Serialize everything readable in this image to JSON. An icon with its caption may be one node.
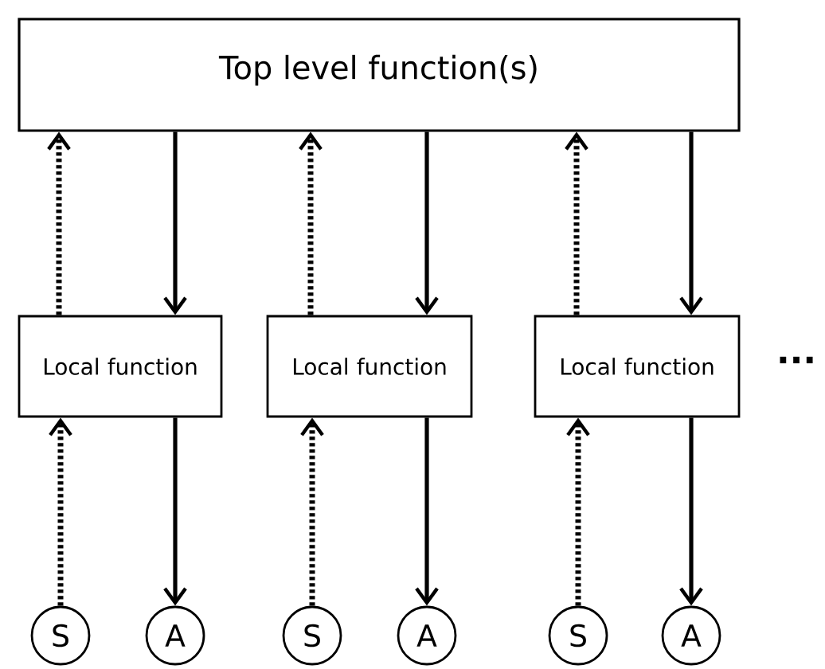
{
  "diagram": {
    "nodes": [
      {
        "text": [
          "Top level function(s)"
        ]
      },
      {
        "text": [
          "Local function"
        ]
      },
      {
        "text": [
          "Local function"
        ]
      },
      {
        "text": [
          "Local function"
        ]
      },
      {
        "text": [
          "S"
        ]
      },
      {
        "text": [
          "A"
        ]
      },
      {
        "text": [
          "S"
        ]
      },
      {
        "text": [
          "A"
        ]
      },
      {
        "text": [
          "S"
        ]
      },
      {
        "text": [
          "A"
        ]
      }
    ],
    "edges": [
      {
        "from": 1,
        "to": 0,
        "arrow": "to",
        "style": "dashed"
      },
      {
        "from": 0,
        "to": 1,
        "arrow": "to"
      },
      {
        "from": 2,
        "to": 0,
        "arrow": "to",
        "style": "dashed"
      },
      {
        "from": 0,
        "to": 2,
        "arrow": "to"
      },
      {
        "from": 3,
        "to": 0,
        "arrow": "to",
        "style": "dashed"
      },
      {
        "from": 0,
        "to": 3,
        "arrow": "to"
      },
      {
        "from": 4,
        "to": 1,
        "arrow": "to",
        "style": "dashed"
      },
      {
        "from": 1,
        "to": 5,
        "arrow": "to"
      },
      {
        "from": 6,
        "to": 2,
        "arrow": "to",
        "style": "dashed"
      },
      {
        "from": 2,
        "to": 7,
        "arrow": "to"
      },
      {
        "from": 8,
        "to": 3,
        "arrow": "to",
        "style": "dashed"
      },
      {
        "from": 3,
        "to": 9,
        "arrow": "to"
      }
    ],
    "labels": [
      "..."
    ]
  }
}
